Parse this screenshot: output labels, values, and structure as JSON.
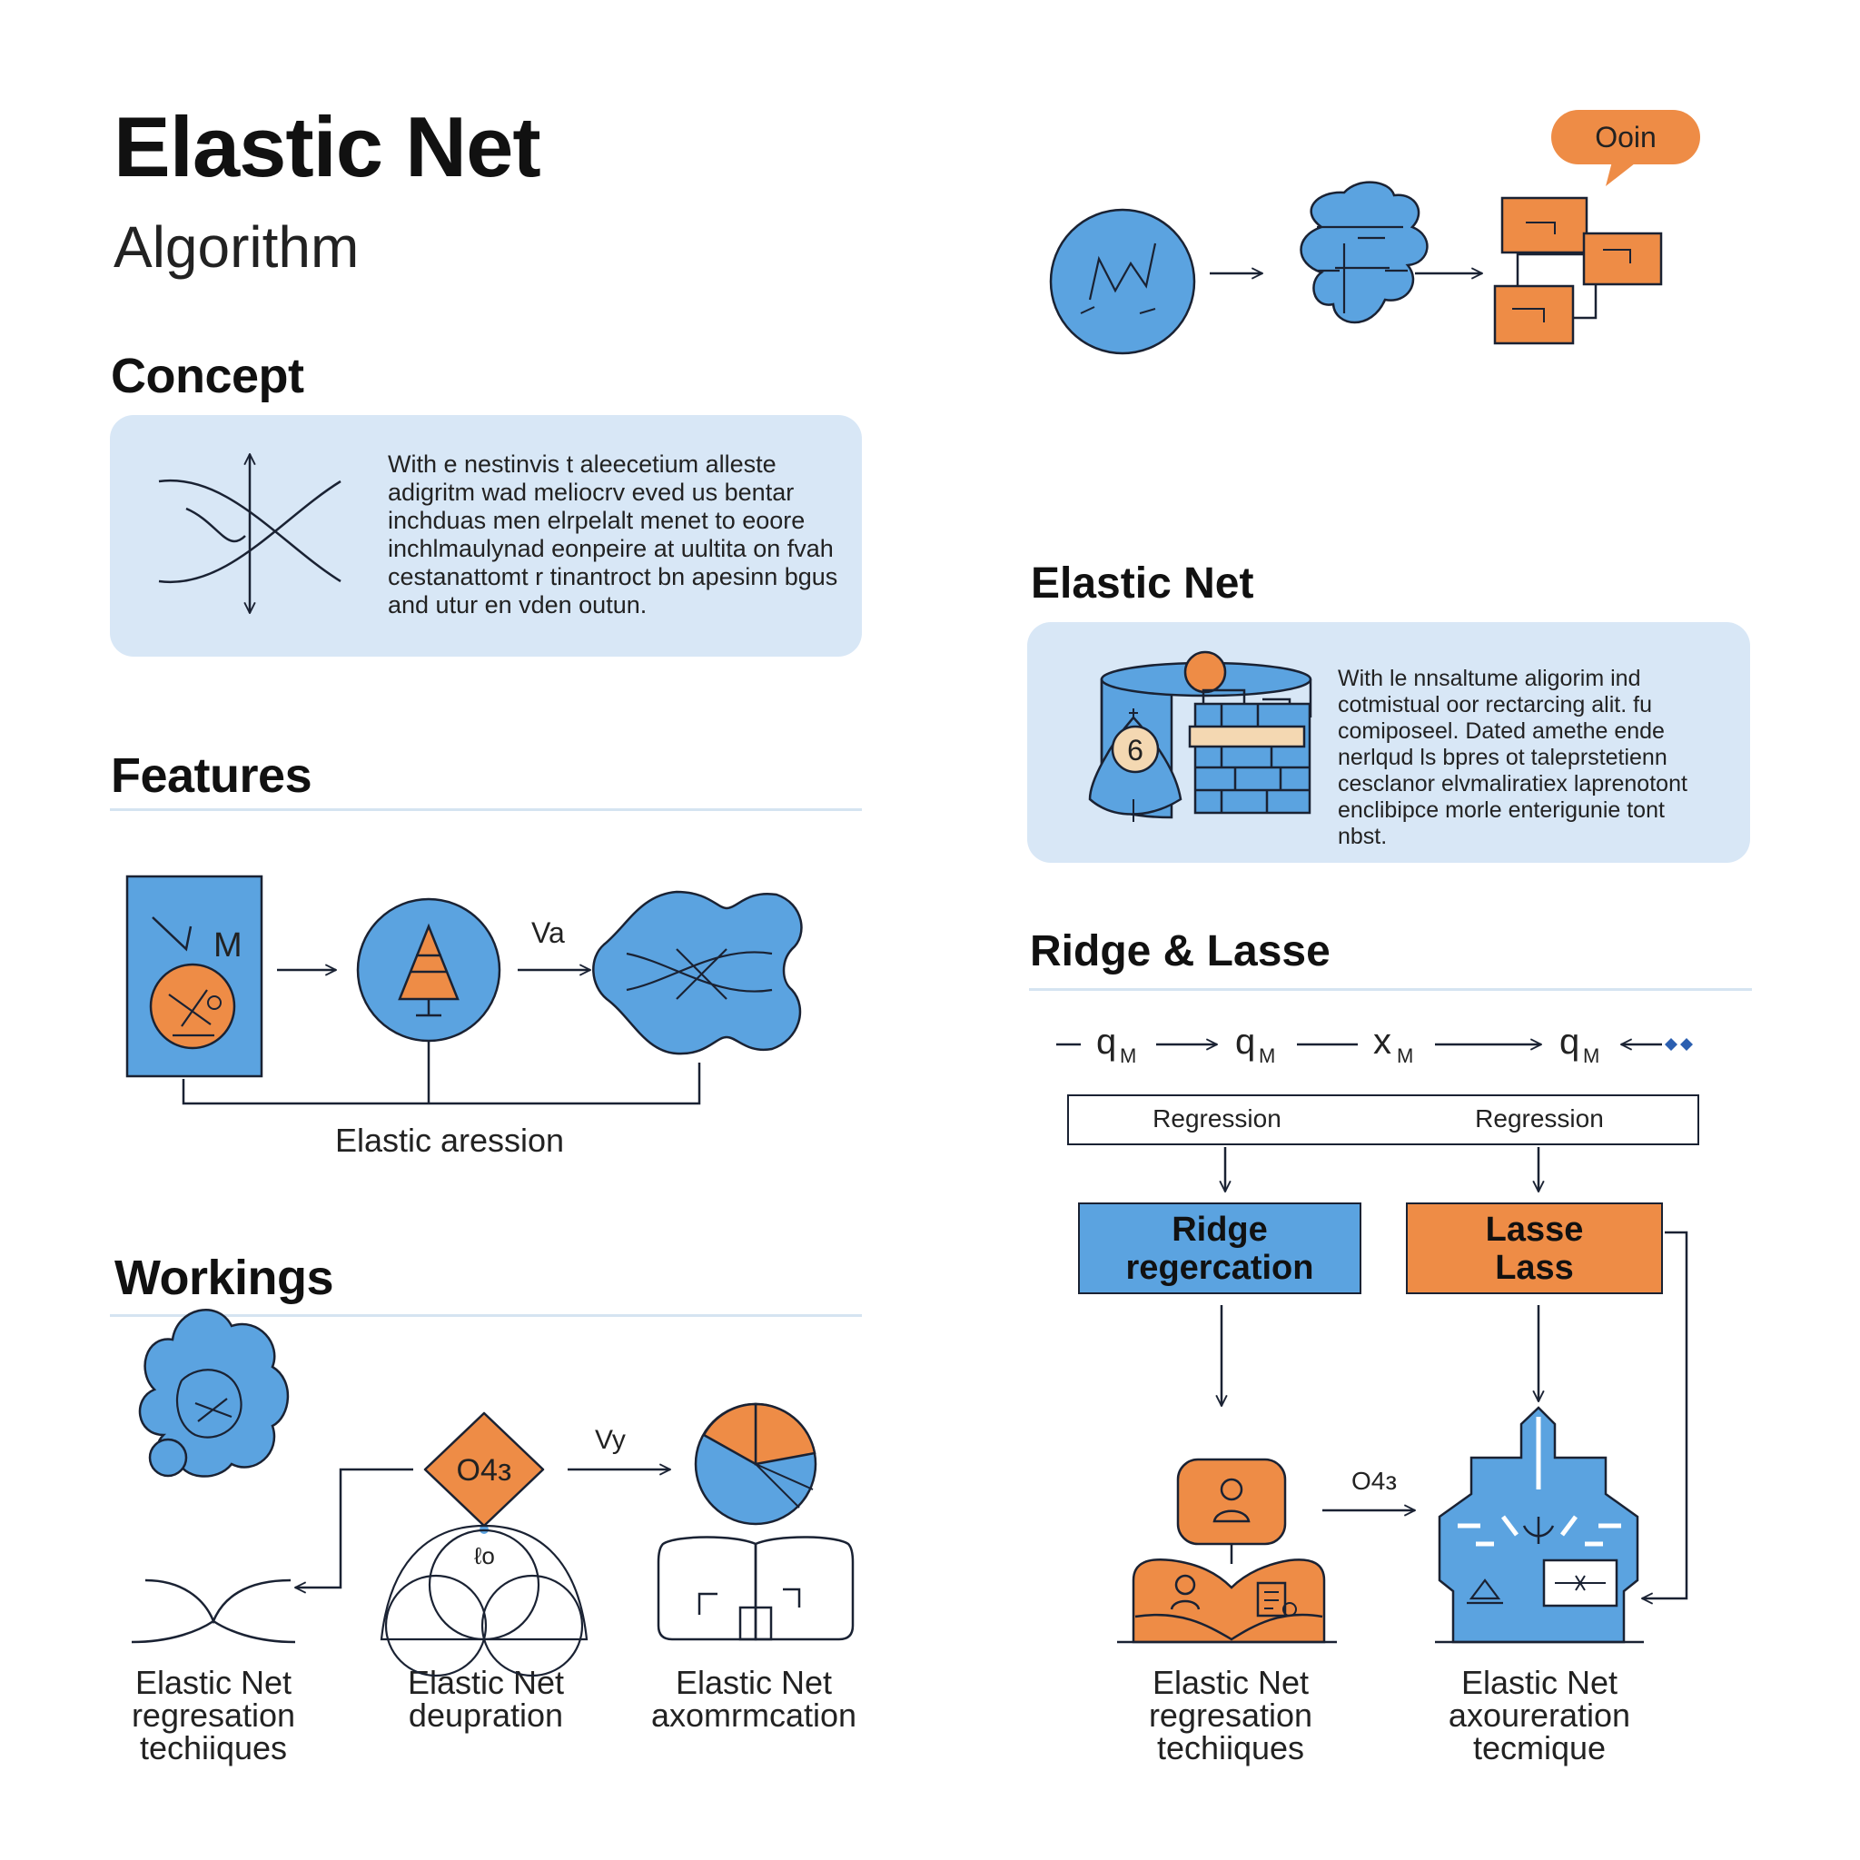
{
  "header": {
    "title": "Elastic Net",
    "subtitle": "Algorithm"
  },
  "concept": {
    "heading": "Concept",
    "text": "With e nestinvis t aleecetium alleste\nadigritm wad meliocrv eved us bentar\ninchduas men elrpelalt menet to eoore\ninchlmaulynad eonpeire at uultita on fvah\ncestanattomt r tinantroct bn apesinn bgus\nand utur en vden outun."
  },
  "features": {
    "heading": "Features",
    "box_letter": "M",
    "arrow_label": "Va",
    "caption": "Elastic aression"
  },
  "workings": {
    "heading": "Workings",
    "diamond_label": "O4з",
    "dome_label": "ℓo",
    "arrow_label": "Vy",
    "captions": [
      "Elastic Net\nregresation\ntechiiques",
      "Elastic Net\ndeupration",
      "Elastic Net\naxomrmcation"
    ]
  },
  "top_flow": {
    "bubble": "Ooin"
  },
  "elastic_net": {
    "heading": "Elastic Net",
    "text": "With le nnsaltume aligorim ind\ncotmistual oor rectarcing alit. fu\ncomiposeel. Dated amethe ende\nnerlqud ls bpres ot taleprstetienn\ncesclanor elvmaliratiex laprenotont\nenclibipce morle enterigunie tont\nnbst.",
    "circle_label": "6"
  },
  "ridge_lasso": {
    "heading": "Ridge & Lasse",
    "sequence": [
      "q",
      "q",
      "x",
      "q"
    ],
    "sub": "M",
    "regression_labels": [
      "Regression",
      "Regression"
    ],
    "ridge_box": "Ridge\nregercation",
    "lasso_box": "Lasse\nLass",
    "mid_arrow_label": "O4з",
    "captions": [
      "Elastic Net\nregresation\ntechiiques",
      "Elastic Net\naxoureration\ntecmique"
    ]
  },
  "colors": {
    "blue": "#5ba3e0",
    "orange": "#ee8c46",
    "card": "#d8e7f6",
    "stroke": "#1a2233"
  }
}
